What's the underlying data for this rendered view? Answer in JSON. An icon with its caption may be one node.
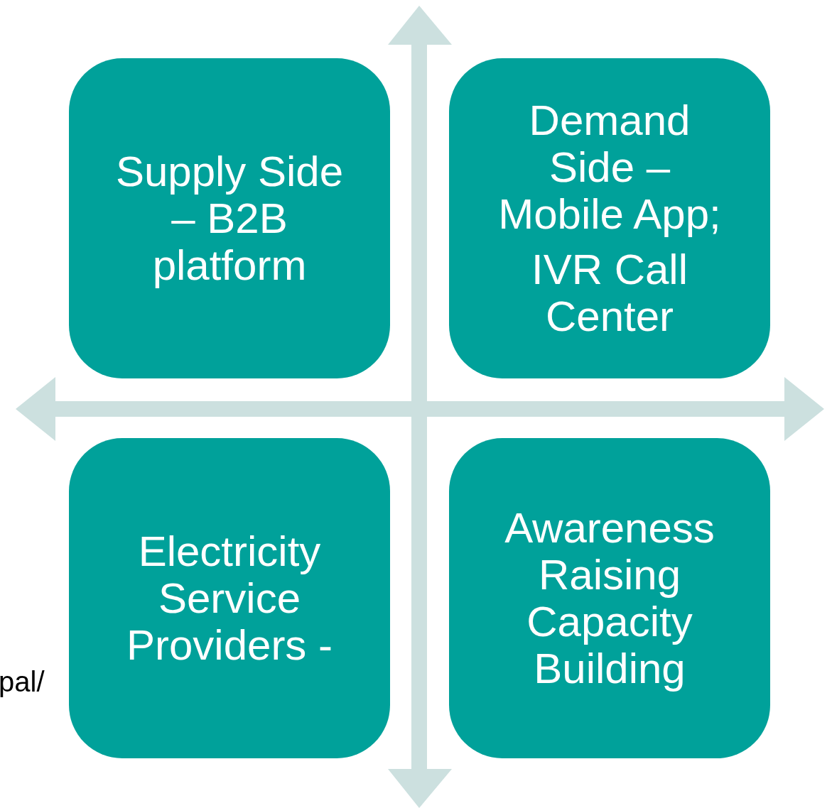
{
  "diagram": {
    "nodes": [
      {
        "text": [
          "Supply Side – B2B platform"
        ]
      },
      {
        "text": [
          "Demand Side – Mobile App;",
          "IVR Call Center"
        ]
      },
      {
        "text": [
          "Electricity Service Providers -"
        ]
      },
      {
        "text": [
          "Awareness Raising Capacity Building"
        ]
      }
    ],
    "labels": [
      "pal/"
    ]
  }
}
